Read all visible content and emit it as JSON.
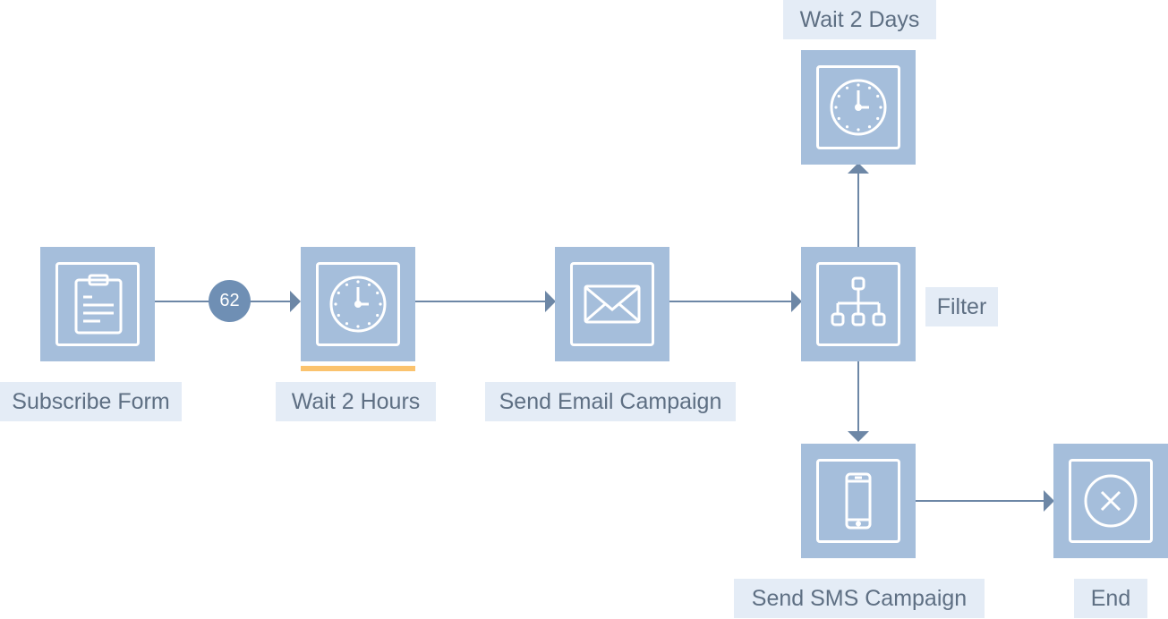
{
  "workflow": {
    "nodes": {
      "subscribe_form": {
        "label": "Subscribe Form",
        "icon": "clipboard-icon"
      },
      "wait_2_hours": {
        "label": "Wait 2 Hours",
        "icon": "clock-icon",
        "selected": true
      },
      "send_email": {
        "label": "Send Email Campaign",
        "icon": "envelope-icon"
      },
      "filter": {
        "label": "Filter",
        "icon": "hierarchy-icon"
      },
      "wait_2_days": {
        "label": "Wait 2 Days",
        "icon": "clock-icon"
      },
      "send_sms": {
        "label": "Send SMS Campaign",
        "icon": "smartphone-icon"
      },
      "end": {
        "label": "End",
        "icon": "close-circle-icon"
      }
    },
    "badge_count": "62"
  },
  "colors": {
    "node_bg": "#a5bedb",
    "label_bg": "#e4ecf6",
    "label_text": "#5e6f83",
    "connector": "#6d87a6",
    "badge": "#6f8fb4",
    "selection": "#fbc36e"
  }
}
